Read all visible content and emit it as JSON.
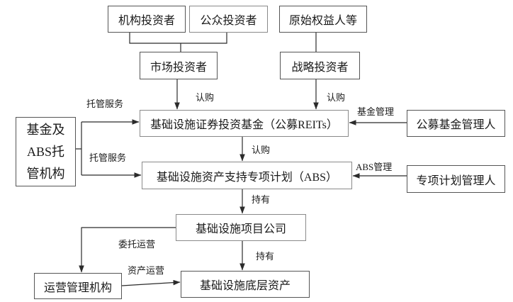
{
  "colors": {
    "background": "#ffffff",
    "border": "#555555",
    "text": "#1a1a1a",
    "line": "#2b2b2b"
  },
  "diagram": {
    "nodes": [
      {
        "id": "institutional-investor",
        "label": "机构投资者"
      },
      {
        "id": "public-investor",
        "label": "公众投资者"
      },
      {
        "id": "original-equity-holder",
        "label": "原始权益人等"
      },
      {
        "id": "market-investor",
        "label": "市场投资者"
      },
      {
        "id": "strategic-investor",
        "label": "战略投资者"
      },
      {
        "id": "reits-fund",
        "label": "基础设施证券投资基金（公募REITs）"
      },
      {
        "id": "public-fund-manager",
        "label": "公募基金管理人"
      },
      {
        "id": "fund-abs-custodian",
        "lines": [
          "基金及",
          "ABS托",
          "管机构"
        ]
      },
      {
        "id": "abs-plan",
        "label": "基础设施资产支持专项计划（ABS）"
      },
      {
        "id": "special-plan-manager",
        "label": "专项计划管理人"
      },
      {
        "id": "infrastructure-project-company",
        "label": "基础设施项目公司"
      },
      {
        "id": "operation-management-agency",
        "label": "运营管理机构"
      },
      {
        "id": "infrastructure-underlying-asset",
        "label": "基础设施底层资产"
      }
    ],
    "edge_labels": [
      {
        "id": "custody-service-upper",
        "text": "托管服务"
      },
      {
        "id": "subscription-market",
        "text": "认购"
      },
      {
        "id": "subscription-strategic",
        "text": "认购"
      },
      {
        "id": "fund-management",
        "text": "基金管理"
      },
      {
        "id": "custody-service-lower",
        "text": "托管服务"
      },
      {
        "id": "subscription-reits-abs",
        "text": "认购"
      },
      {
        "id": "abs-management",
        "text": "ABS管理"
      },
      {
        "id": "holding-abs-project",
        "text": "持有"
      },
      {
        "id": "entrusted-operation",
        "text": "委托运营"
      },
      {
        "id": "holding-project-asset",
        "text": "持有"
      },
      {
        "id": "asset-operation",
        "text": "资产运营"
      }
    ]
  }
}
